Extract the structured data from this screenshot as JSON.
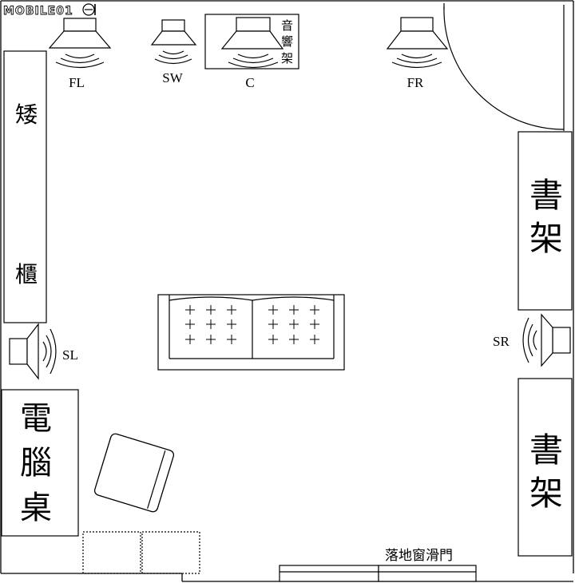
{
  "watermark": {
    "logo_text": "MOBILE01"
  },
  "speakers": {
    "fl": "FL",
    "sw": "SW",
    "c": "C",
    "fr": "FR",
    "sl": "SL",
    "sr": "SR"
  },
  "furniture": {
    "rack": "音響架",
    "low_cabinet_top": "矮",
    "low_cabinet_bottom": "櫃",
    "shelf_upper": "書架",
    "shelf_lower": "書架",
    "desk": "電腦桌"
  },
  "door": {
    "sliding": "落地窗滑門"
  }
}
